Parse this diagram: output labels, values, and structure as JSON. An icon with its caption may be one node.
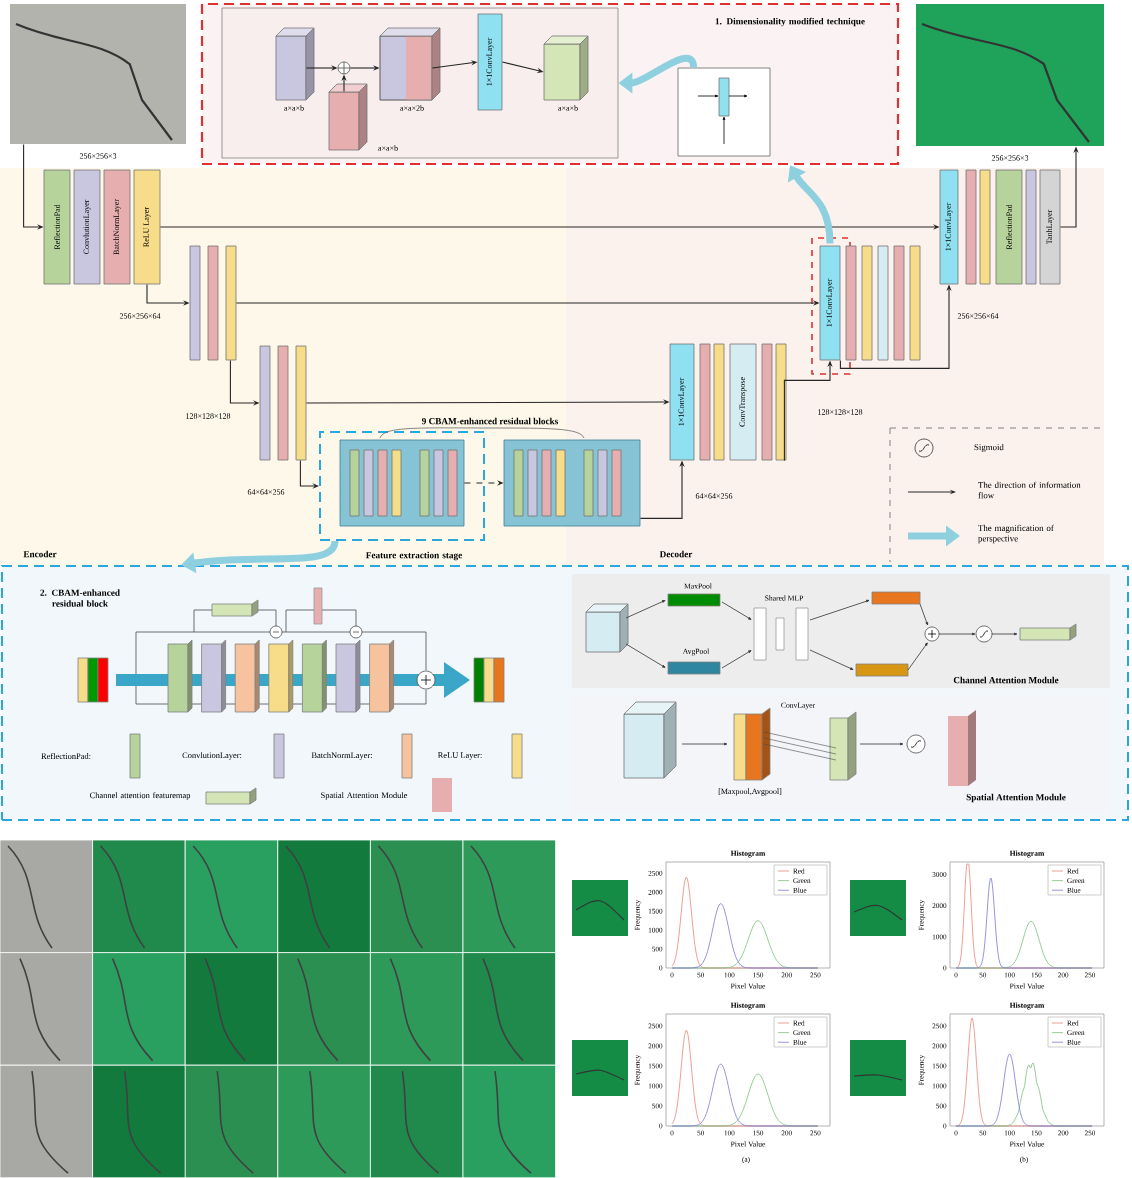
{
  "diagram": {
    "nodes": [
      {
        "text": [],
        "shape": "picture",
        "beside": [
          "256×256×3"
        ]
      },
      {
        "text": [],
        "shape": "picture",
        "beside": [
          "256×256×3"
        ]
      },
      {
        "text": [
          "1. Dimensionality modified technique"
        ]
      },
      {
        "text": [],
        "shape": "box",
        "in": 2
      },
      {
        "text": [],
        "shape": "box",
        "in": 3,
        "beside": [
          "a×a×b"
        ]
      },
      {
        "text": [],
        "shape": "circle",
        "in": 3
      },
      {
        "text": [],
        "shape": "box",
        "in": 3,
        "beside": [
          "a×a×b"
        ]
      },
      {
        "text": [],
        "shape": "box",
        "in": 3,
        "beside": [
          "a×a×2b"
        ]
      },
      {
        "text": [
          "1×1ConvLayer"
        ],
        "in": 3
      },
      {
        "text": [],
        "shape": "box",
        "in": 3,
        "beside": [
          "a×a×b"
        ]
      },
      {
        "text": [],
        "shape": "box",
        "in": 2
      },
      {
        "text": [
          "ReflectionPad"
        ]
      },
      {
        "text": [
          "ConvlutionLayer"
        ]
      },
      {
        "text": [
          "BatchNormLayer"
        ]
      },
      {
        "text": [
          "ReLU Layer"
        ]
      },
      {
        "text": [],
        "shape": "bar",
        "beside": [
          "256×256×64"
        ]
      },
      {
        "text": [],
        "shape": "bar",
        "beside": [
          "128×128×128"
        ]
      },
      {
        "text": [
          "Feature extraction stage"
        ]
      },
      {
        "text": [],
        "shape": "box",
        "in": 17
      },
      {
        "text": [],
        "shape": "box"
      },
      {
        "text": [
          "1×1ConvLayer"
        ]
      },
      {
        "text": [
          "ConvTranspose"
        ]
      },
      {
        "text": [
          "1×1ConvLayer"
        ]
      },
      {
        "text": [
          "1×1ConvLayer"
        ],
        "beside": [
          "256×256×64"
        ]
      },
      {
        "text": [
          "ReflectionPad"
        ]
      },
      {
        "text": [
          "TanhLayer"
        ]
      },
      {
        "text": [
          "2. CBAM-enhanced residual block"
        ]
      },
      {
        "text": [
          "Channel Attention Module"
        ],
        "in": 26
      },
      {
        "text": [
          "Spatial Attention Module"
        ],
        "in": 26
      }
    ],
    "edges": [
      {
        "from": 0,
        "to": 11,
        "arrow": "to"
      },
      {
        "from": 14,
        "to": 15,
        "arrow": "to"
      },
      {
        "from": 15,
        "to": 16,
        "arrow": "to"
      },
      {
        "from": 16,
        "to": 17,
        "arrow": "to"
      },
      {
        "from": 18,
        "to": 19,
        "arrow": "to",
        "style": "dashed"
      },
      {
        "from": 19,
        "to": 20,
        "arrow": "to"
      },
      {
        "from": 21,
        "to": 22,
        "arrow": "to"
      },
      {
        "from": 22,
        "to": 23,
        "arrow": "to"
      },
      {
        "from": 25,
        "to": 1,
        "arrow": "to"
      },
      {
        "from": 14,
        "to": 23,
        "arrow": "to"
      },
      {
        "from": 15,
        "to": 22,
        "arrow": "to"
      },
      {
        "from": 16,
        "to": 20,
        "arrow": "to"
      },
      {
        "from": 22,
        "to": 2,
        "arrow": "to",
        "style": "thick",
        "color": "#8ecfe0"
      },
      {
        "from": 17,
        "to": 26,
        "arrow": "to",
        "style": "thick",
        "color": "#8ecfe0"
      },
      {
        "from": 4,
        "to": 5,
        "arrow": "to"
      },
      {
        "from": 6,
        "to": 5,
        "arrow": "to"
      },
      {
        "from": 5,
        "to": 7,
        "arrow": "to"
      },
      {
        "from": 7,
        "to": 8,
        "arrow": "to"
      },
      {
        "from": 8,
        "to": 9,
        "arrow": "to"
      },
      {
        "from": 10,
        "to": 3,
        "arrow": "to",
        "style": "thick",
        "color": "#8ecfe0"
      }
    ],
    "labels": [
      "9 CBAM-enhanced residual blocks",
      "64×64×256",
      "Encoder",
      "Decoder",
      "ReflectionPad:",
      "ConvlutionLayer:",
      "BatchNormLayer:",
      "ReLU Layer:",
      "Channel attention featuremap",
      "Spatial Attention Module",
      "MaxPool",
      "Shared MLP",
      "AvgPool",
      "ConvLayer",
      "[Maxpool,Avgpool]",
      "Histogram",
      "Red",
      "Green",
      "Blue",
      "2500",
      "2000",
      "1500",
      "1000",
      "500",
      "0",
      "Frequency",
      "0",
      "50",
      "100",
      "150",
      "200",
      "250",
      "Pixel Value",
      "Histogram",
      "Red",
      "Green",
      "Blue",
      "3000",
      "2000",
      "1000",
      "0",
      "Frequency",
      "0",
      "50",
      "100",
      "150",
      "200",
      "250",
      "Pixel Value",
      "Histogram",
      "Red",
      "Green",
      "Blue",
      "2500",
      "2000",
      "1500",
      "1000",
      "500",
      "0",
      "Frequency",
      "0",
      "50",
      "100",
      "150",
      "200",
      "250",
      "Pixel Value",
      "Histogram",
      "Red",
      "Green",
      "Blue",
      "2500",
      "2000",
      "1500",
      "1000",
      "500",
      "0",
      "Frequency",
      "0",
      "50",
      "100",
      "150",
      "200",
      "250",
      "Pixel Value",
      "(a)",
      "(b)",
      "64×64×256",
      "128×128×128"
    ],
    "legend": [
      {
        "text": "Sigmoid"
      },
      {
        "text": "The direction of information flow"
      },
      {
        "text": "The magnification of perspective"
      }
    ]
  }
}
